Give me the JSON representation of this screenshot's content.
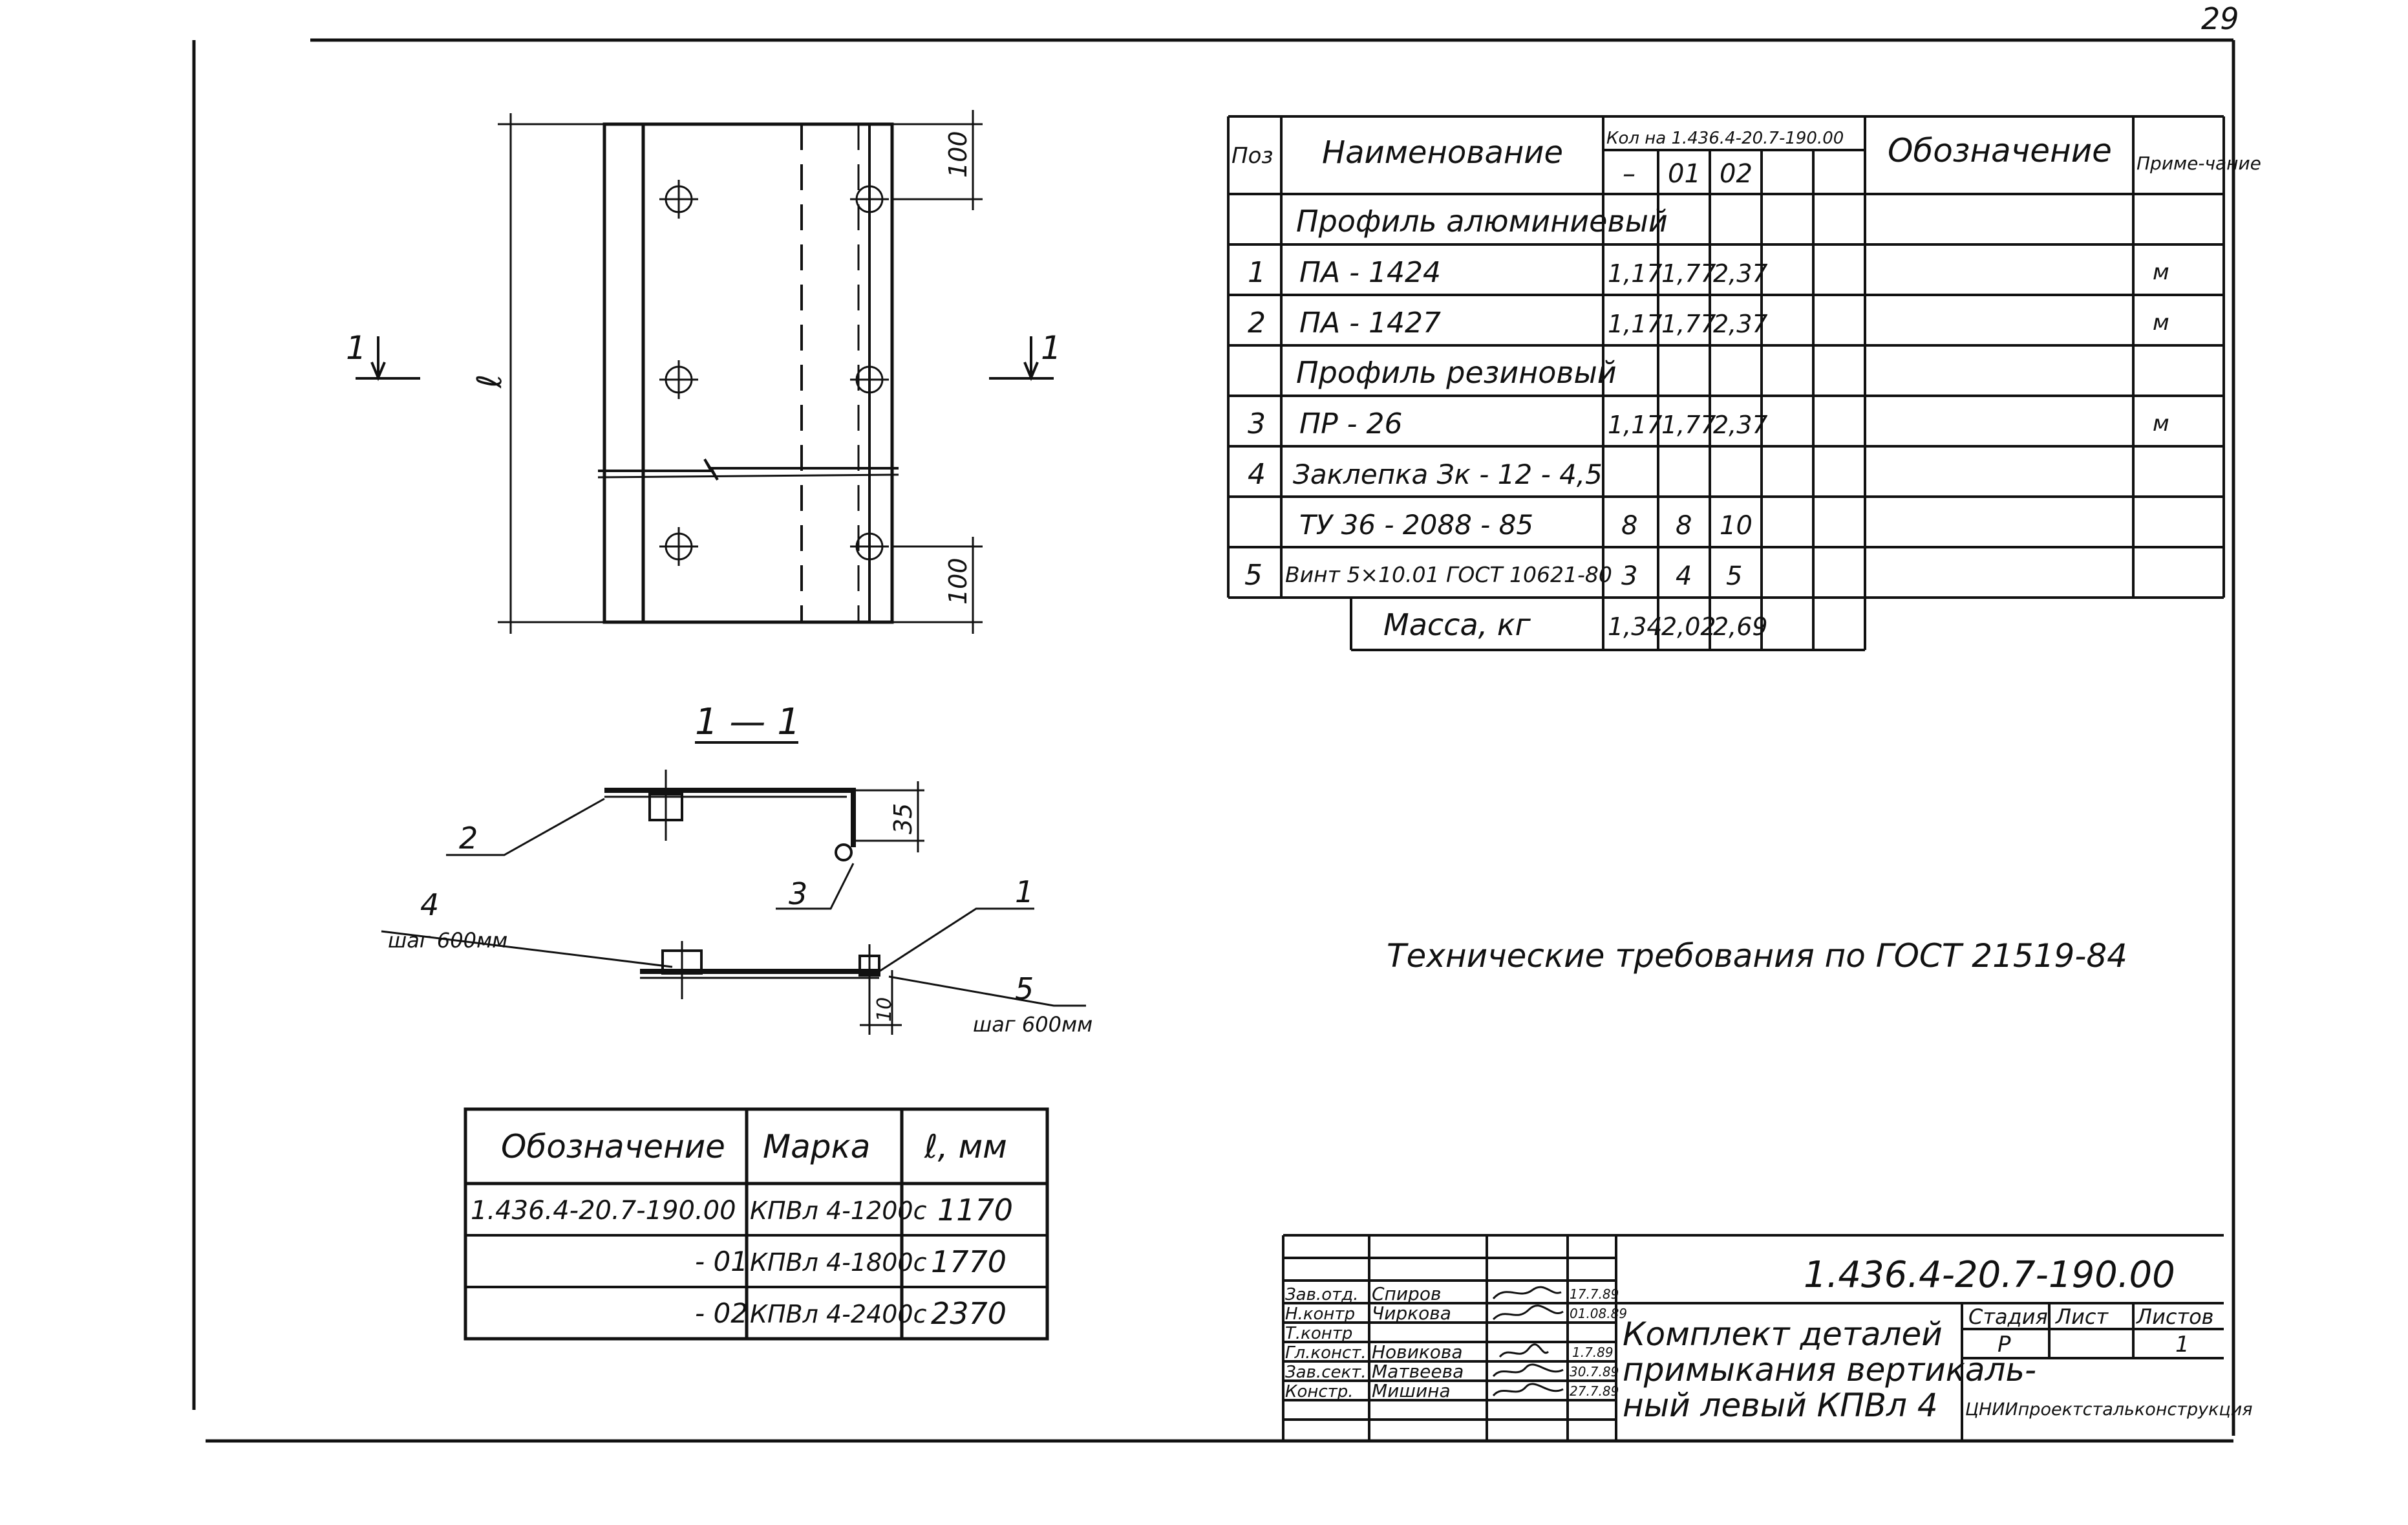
{
  "page_number": "29",
  "drawing": {
    "dim_top": "100",
    "dim_bottom": "100",
    "dim_length": "ℓ",
    "section_marker": "1",
    "section_title": "1 — 1",
    "dim_height": "35",
    "dim_offset": "10",
    "callouts": {
      "c1": "1",
      "c2": "2",
      "c3": "3",
      "c4": "4",
      "c4_note": "шаг 600мм",
      "c5": "5",
      "c5_note": "шаг 600мм"
    }
  },
  "spec_table": {
    "header": {
      "pos": "Поз",
      "name": "Наименование",
      "qty_group": "Кол на 1.436.4-20.7-190.00",
      "col_base": "–",
      "col_01": "01",
      "col_02": "02",
      "designation": "Обозначение",
      "note": "Приме-чание"
    },
    "rows": [
      {
        "pos": "",
        "name": "Профиль алюминиевый",
        "q0": "",
        "q1": "",
        "q2": "",
        "note": ""
      },
      {
        "pos": "1",
        "name": "ПА - 1424",
        "q0": "1,17",
        "q1": "1,77",
        "q2": "2,37",
        "note": "м"
      },
      {
        "pos": "2",
        "name": "ПА - 1427",
        "q0": "1,17",
        "q1": "1,77",
        "q2": "2,37",
        "note": "м"
      },
      {
        "pos": "",
        "name": "Профиль резиновый",
        "q0": "",
        "q1": "",
        "q2": "",
        "note": ""
      },
      {
        "pos": "3",
        "name": "ПР - 26",
        "q0": "1,17",
        "q1": "1,77",
        "q2": "2,37",
        "note": "м"
      },
      {
        "pos": "4",
        "name": "Заклепка Зк - 12 - 4,5",
        "q0": "",
        "q1": "",
        "q2": "",
        "note": ""
      },
      {
        "pos": "",
        "name": "ТУ 36 - 2088 - 85",
        "q0": "8",
        "q1": "8",
        "q2": "10",
        "note": ""
      },
      {
        "pos": "5",
        "name": "Винт 5×10.01 ГОСТ 10621-80",
        "q0": "3",
        "q1": "4",
        "q2": "5",
        "note": ""
      }
    ],
    "mass": {
      "label": "Масса, кг",
      "q0": "1,34",
      "q1": "2,02",
      "q2": "2,69"
    }
  },
  "tech_requirements": "Технические требования по ГОСТ 21519-84",
  "marks_table": {
    "header": {
      "designation": "Обозначение",
      "mark": "Марка",
      "length": "ℓ, мм"
    },
    "rows": [
      {
        "designation": "1.436.4-20.7-190.00",
        "mark": "КПВл 4-1200с",
        "length": "1170"
      },
      {
        "designation": "- 01",
        "mark": "КПВл 4-1800с",
        "length": "1770"
      },
      {
        "designation": "- 02",
        "mark": "КПВл 4-2400с",
        "length": "2370"
      }
    ]
  },
  "title_block": {
    "doc_code": "1.436.4-20.7-190.00",
    "title_l1": "Комплект деталей",
    "title_l2": "примыкания вертикаль-",
    "title_l3": "ный левый КПВл 4",
    "stage_label": "Стадия",
    "sheet_label": "Лист",
    "sheets_label": "Листов",
    "stage_value": "Р",
    "sheet_value": "",
    "sheets_value": "1",
    "org": "ЦНИИпроектстальконструкция",
    "signatures": [
      {
        "role": "Зав.отд.",
        "name": "Спиров",
        "date": "17.7.89"
      },
      {
        "role": "Н.контр",
        "name": "Чиркова",
        "date": "01.08.89"
      },
      {
        "role": "Т.контр",
        "name": "",
        "date": ""
      },
      {
        "role": "Гл.конст.",
        "name": "Новикова",
        "date": "1.7.89"
      },
      {
        "role": "Зав.сект.",
        "name": "Матвеева",
        "date": "30.7.89"
      },
      {
        "role": "Констр.",
        "name": "Мишина",
        "date": "27.7.89"
      }
    ]
  }
}
